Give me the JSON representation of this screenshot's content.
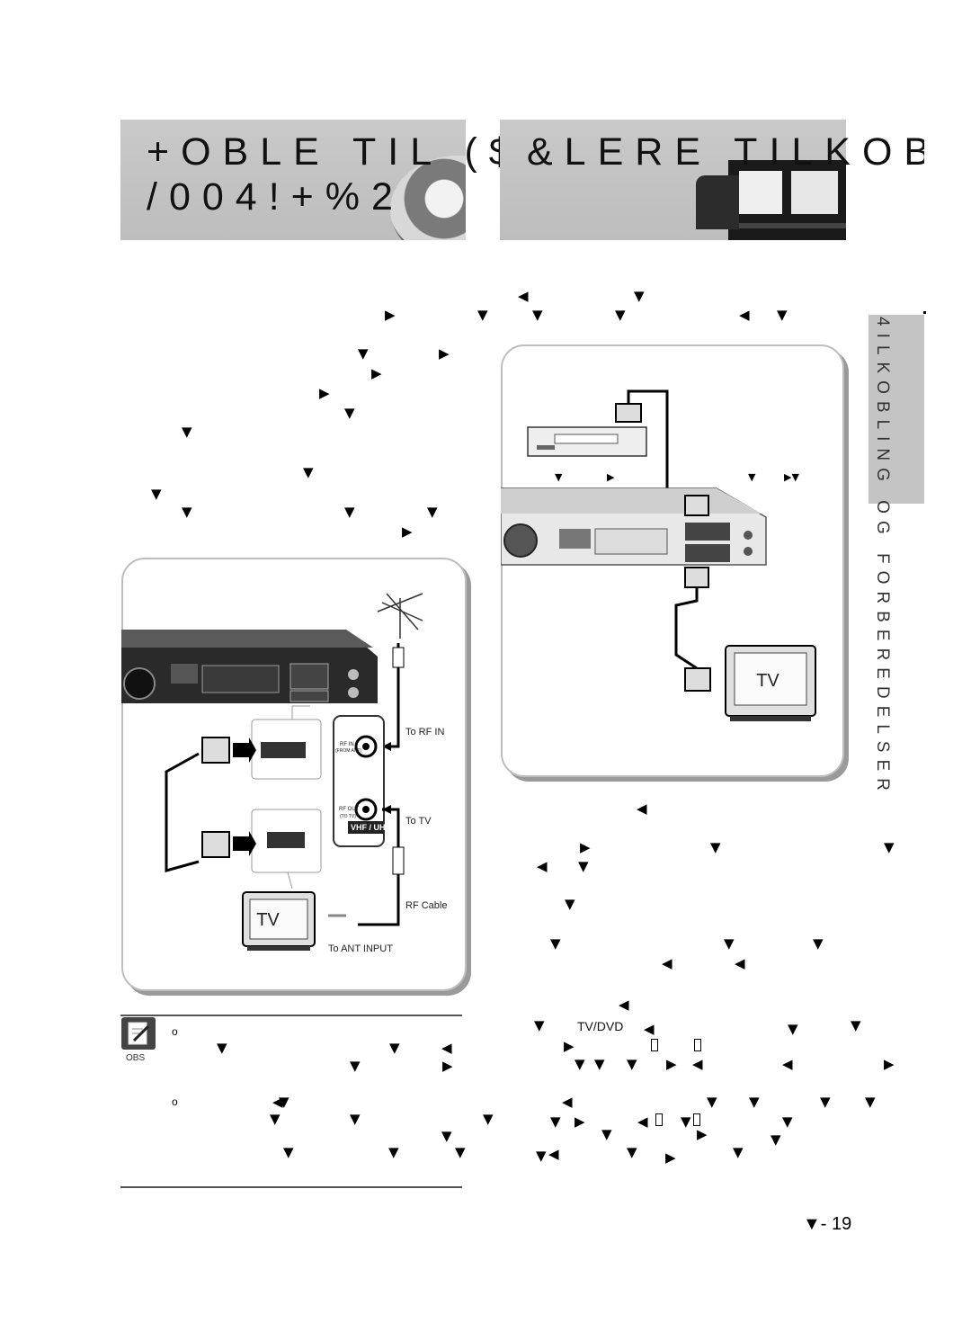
{
  "header": {
    "left_line1": "+OBLE TIL ($$",
    "left_line2": "/004!+%2",
    "right_line1": "&LERE TILKOBLIN"
  },
  "side_tab": {
    "label": "4ILKOBLING OG FORBEREDELSER"
  },
  "diagram_left": {
    "tv_label": "TV",
    "to_rf_in": "To RF IN",
    "to_tv": "To TV",
    "rf_cable": "RF Cable",
    "to_ant_input": "To ANT INPUT",
    "rf_in_label": "RF IN",
    "from_ant": "(FROM ANT)",
    "rf_out_label": "RF OUT",
    "to_tv_small": "(TO TV)",
    "vhf_uhf": "VHF / UHF"
  },
  "diagram_right": {
    "tv_label": "TV"
  },
  "note": {
    "label": "OBS",
    "bullet1": "o",
    "bullet2": "o"
  },
  "body_right": {
    "tv_dvd": "TV/DVD"
  },
  "page": {
    "number": "▼- 19"
  },
  "colors": {
    "banner": "#c4c4c4",
    "panel_border": "#bdbdbd",
    "panel_shadow": "#9a9a9a"
  },
  "icons": {
    "note": "pencil-note-icon"
  }
}
